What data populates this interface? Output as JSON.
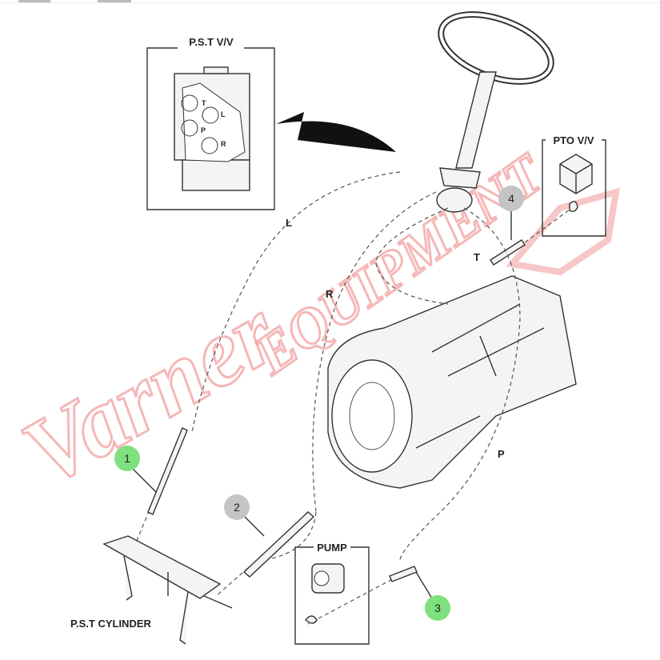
{
  "title_pst_valve": "P.S.T V/V",
  "title_pto_valve": "PTO V/V",
  "title_pump": "PUMP",
  "title_pst_cylinder": "P.S.T CYLINDER",
  "port_labels": {
    "T": "T",
    "L": "L",
    "P": "P",
    "R": "R"
  },
  "line_labels": {
    "L": "L",
    "R": "R",
    "T": "T",
    "P": "P"
  },
  "callouts": [
    {
      "number": "1",
      "color": "#7ee07e"
    },
    {
      "number": "2",
      "color": "#c4c4c4"
    },
    {
      "number": "3",
      "color": "#7ee07e"
    },
    {
      "number": "4",
      "color": "#c4c4c4"
    }
  ],
  "watermark": "VarnerEQUIPMENT",
  "colors": {
    "watermark": "#f2a0a0"
  }
}
